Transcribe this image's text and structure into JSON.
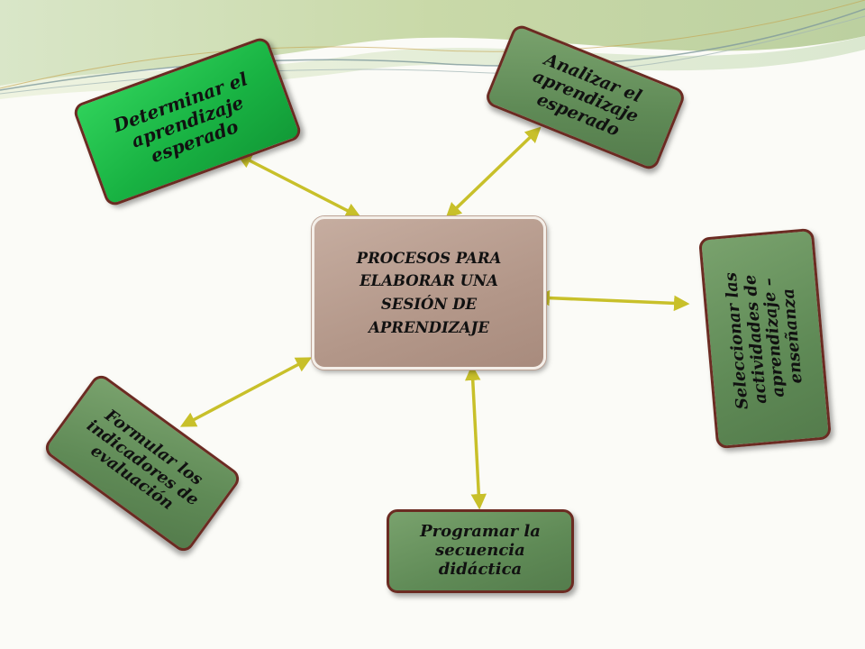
{
  "diagram": {
    "center": {
      "label": "PROCESOS PARA\nELABORAR UNA\nSESIÓN DE\nAPRENDIZAJE"
    },
    "nodes": [
      {
        "id": "determinar",
        "label": "Determinar el\naprendizaje\nesperado"
      },
      {
        "id": "analizar",
        "label": "Analizar el\naprendizaje\nesperado"
      },
      {
        "id": "seleccionar",
        "label": "Seleccionar las\nactividades de\naprendizaje –\nenseñanza"
      },
      {
        "id": "formular",
        "label": "Formular los\nindicadores de\nevaluación"
      },
      {
        "id": "programar",
        "label": "Programar la\nsecuencia\ndidáctica"
      }
    ],
    "edges": [
      {
        "from": "center",
        "to": "determinar",
        "arrows": "both"
      },
      {
        "from": "center",
        "to": "analizar",
        "arrows": "both"
      },
      {
        "from": "center",
        "to": "seleccionar",
        "arrows": "both"
      },
      {
        "from": "center",
        "to": "formular",
        "arrows": "both"
      },
      {
        "from": "center",
        "to": "programar",
        "arrows": "both"
      }
    ]
  },
  "colors": {
    "center_fill": "#b39789",
    "green_fill": "#19b343",
    "olive_fill": "#5f8a56",
    "node_border": "#6b2b22",
    "arrow": "#c8c02a"
  }
}
